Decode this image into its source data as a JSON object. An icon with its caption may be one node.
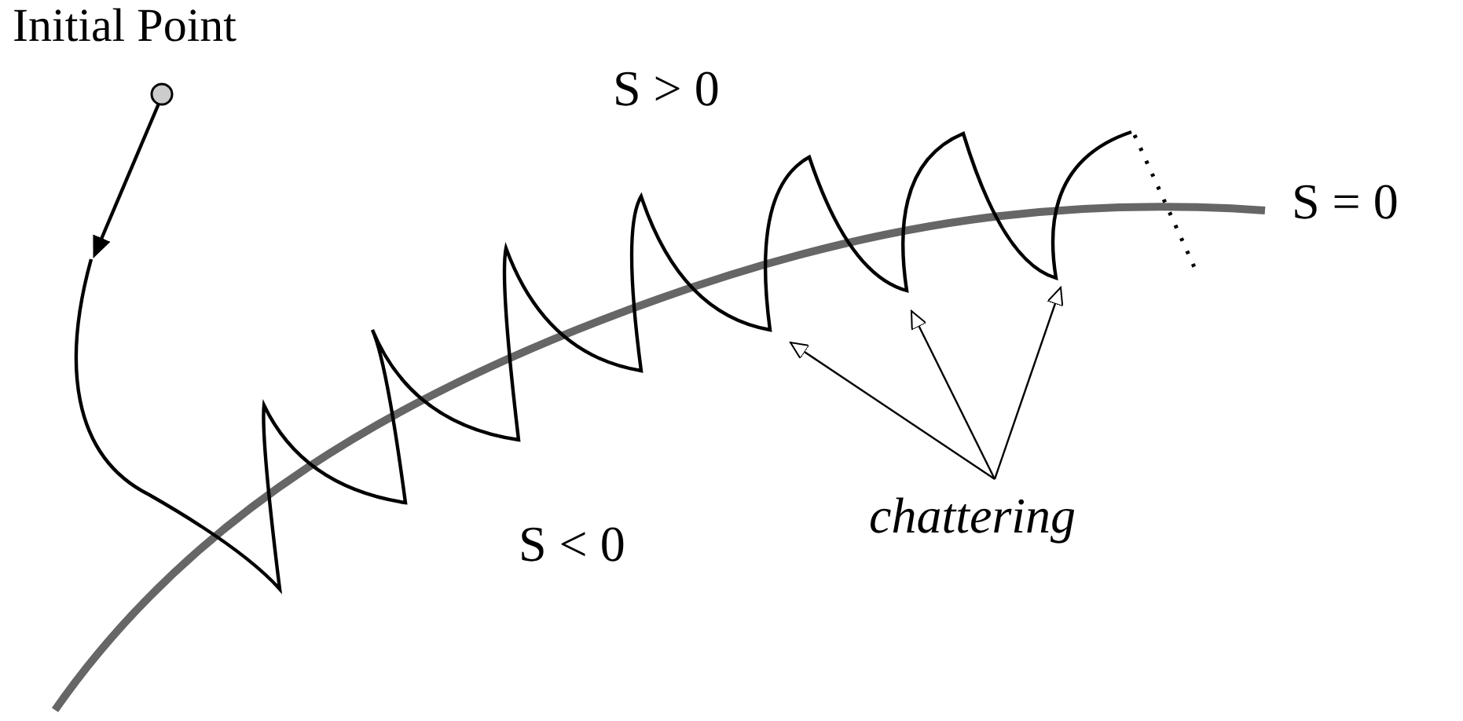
{
  "diagram": {
    "nodes": [
      {
        "text": [],
        "shape": "circle",
        "beside": [
          "Initial Point"
        ]
      },
      {
        "text": [
          "chattering"
        ]
      }
    ],
    "edges": [
      {
        "from": 1,
        "to": null,
        "arrow": "to"
      },
      {
        "from": 1,
        "to": null,
        "arrow": "to"
      },
      {
        "from": 1,
        "to": null,
        "arrow": "to"
      }
    ],
    "labels": [
      "S > 0",
      "S = 0",
      "S < 0"
    ]
  }
}
